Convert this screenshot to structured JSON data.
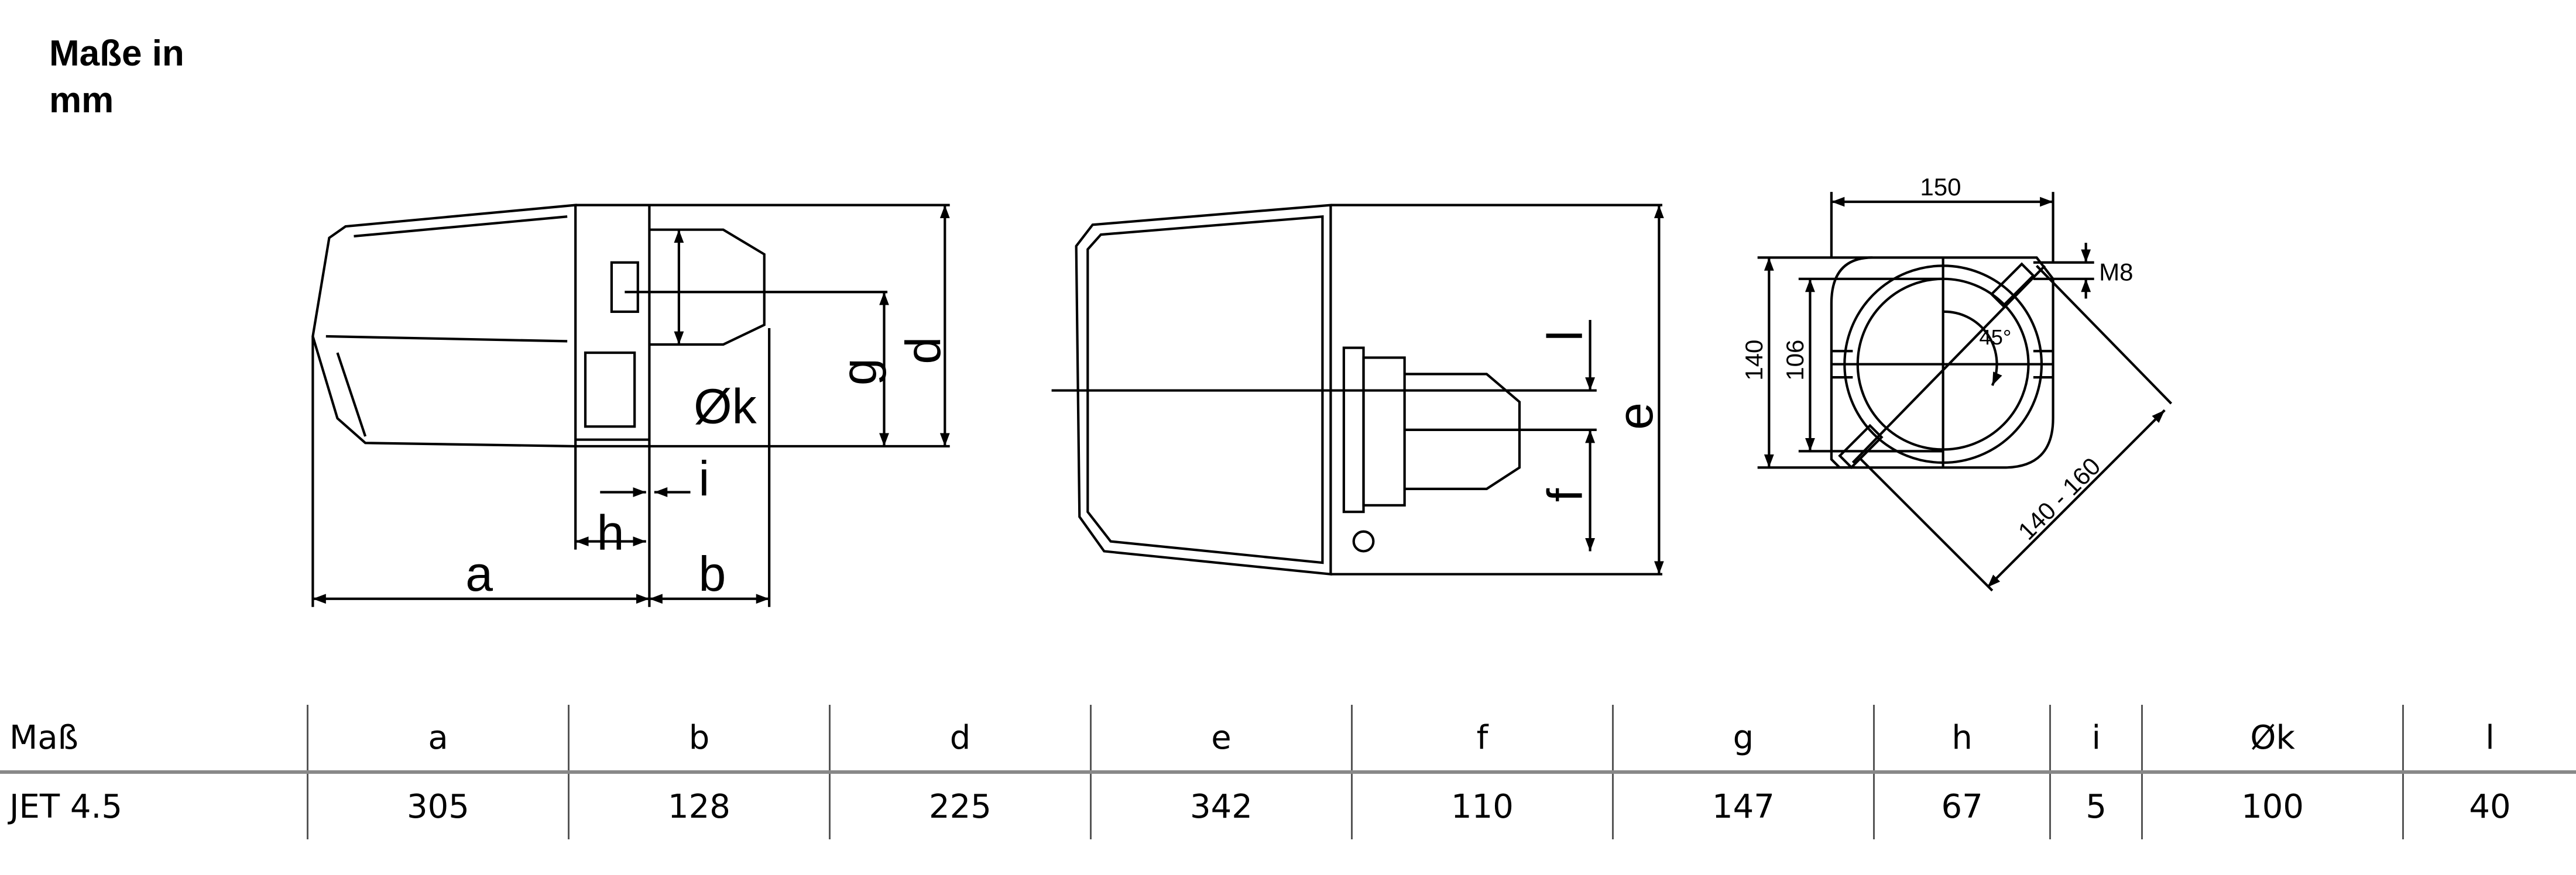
{
  "title": "Maße in mm",
  "drawing": {
    "side_view_labels": {
      "a": "a",
      "b": "b",
      "d": "d",
      "g": "g",
      "h": "h",
      "i": "i",
      "k": "Øk"
    },
    "middle_view_labels": {
      "e": "e",
      "f": "f",
      "l": "l"
    },
    "flange_view_labels": {
      "width": "150",
      "height_outer": "140",
      "height_inner": "106",
      "thread": "M8",
      "angle": "45°",
      "bolt_circle": "140 - 160"
    }
  },
  "table": {
    "headers": [
      "Maß",
      "a",
      "b",
      "d",
      "e",
      "f",
      "g",
      "h",
      "i",
      "Øk",
      "l"
    ],
    "rows": [
      [
        "JET 4.5",
        "305",
        "128",
        "225",
        "342",
        "110",
        "147",
        "67",
        "5",
        "100",
        "40"
      ]
    ]
  }
}
